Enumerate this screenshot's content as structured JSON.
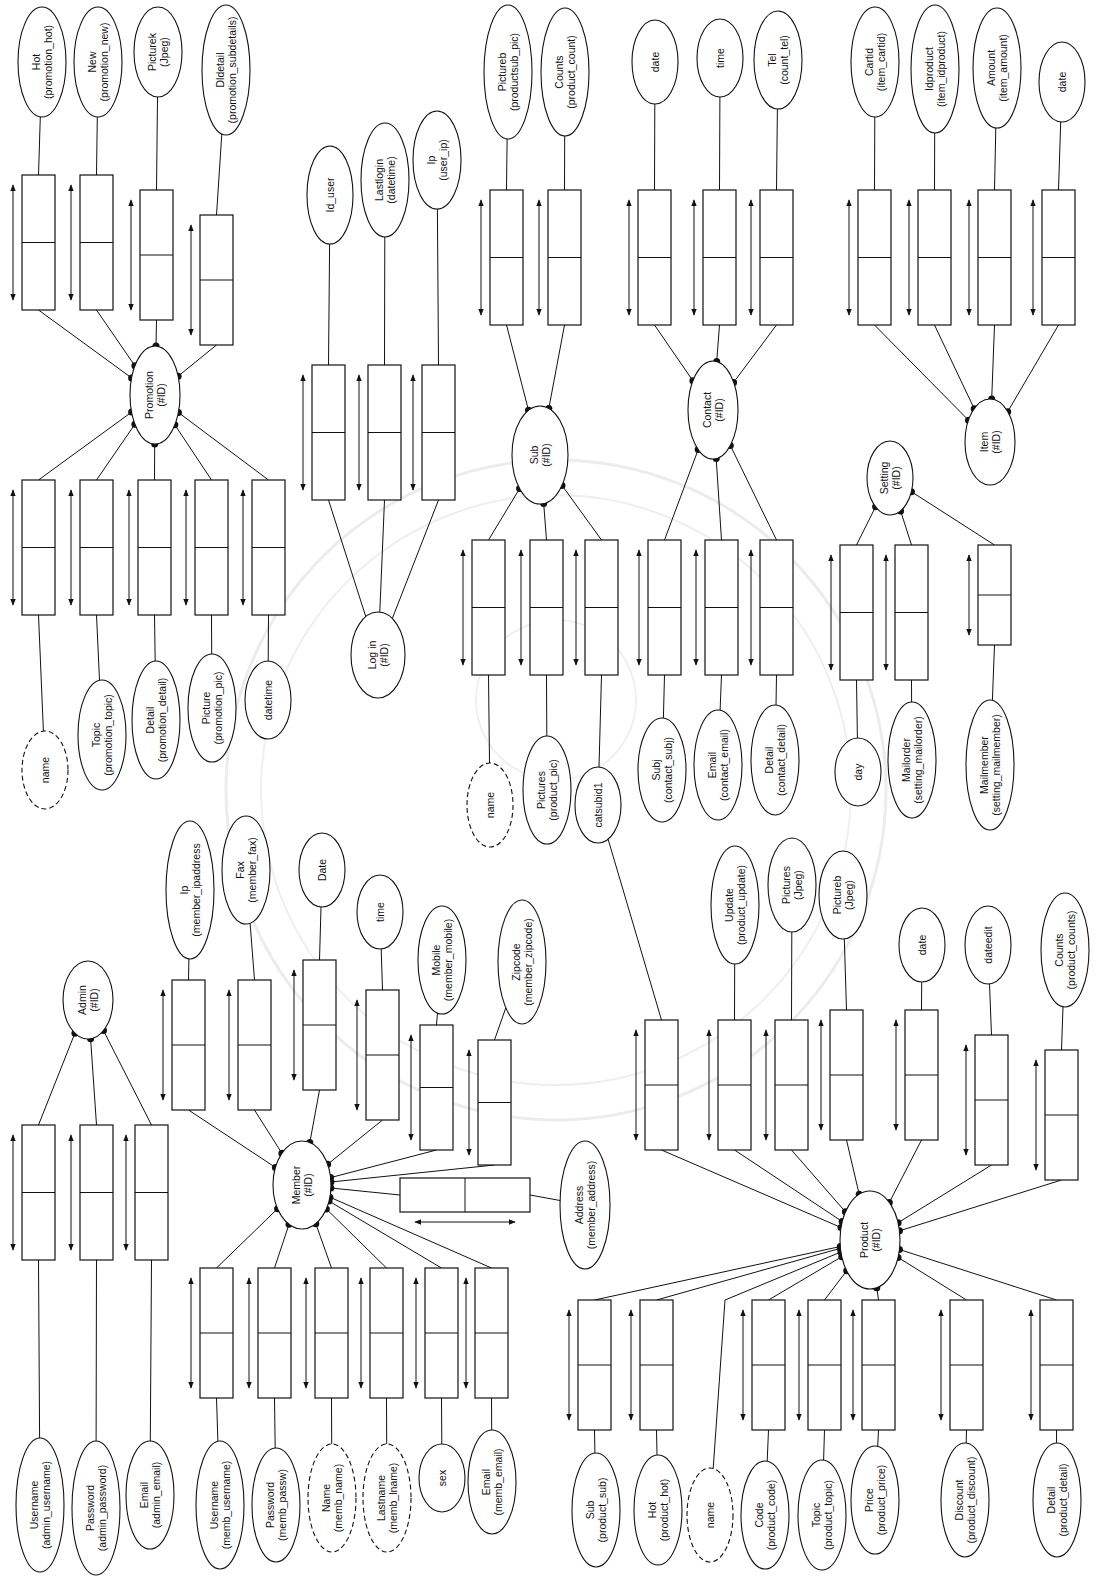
{
  "diagram": {
    "nodes": [
      {
        "text": [
          "Promotion",
          "(#ID)"
        ]
      },
      {
        "text": [
          "Hot",
          "(promotion_hot)"
        ]
      },
      {
        "text": [
          "New",
          "(promotion_new)"
        ]
      },
      {
        "text": [
          "Picturek",
          "(Jpeg)"
        ]
      },
      {
        "text": [
          "Dldetail",
          "(promotion_subdetails)"
        ]
      },
      {
        "text": [
          "name"
        ]
      },
      {
        "text": [
          "Topic",
          "(promotion_topic)"
        ]
      },
      {
        "text": [
          "Detail",
          "(promotion_detail)"
        ]
      },
      {
        "text": [
          "Picture",
          "(promotion_pic)"
        ]
      },
      {
        "text": [
          "datetime"
        ]
      },
      {
        "text": [
          "Log in",
          "(#ID)"
        ]
      },
      {
        "text": [
          "Id_user"
        ]
      },
      {
        "text": [
          "Lastlogin",
          "(datetime)"
        ]
      },
      {
        "text": [
          "Ip",
          "(user_ip)"
        ]
      },
      {
        "text": [
          "Sub",
          "(#ID)"
        ]
      },
      {
        "text": [
          "Pictureb",
          "(productsub_pic)"
        ]
      },
      {
        "text": [
          "Counts",
          "(product_count)"
        ]
      },
      {
        "text": [
          "name"
        ]
      },
      {
        "text": [
          "Pictures",
          "(product_pic)"
        ]
      },
      {
        "text": [
          "catsubid1"
        ]
      },
      {
        "text": [
          "Contact",
          "(#ID)"
        ]
      },
      {
        "text": [
          "date"
        ]
      },
      {
        "text": [
          "time"
        ]
      },
      {
        "text": [
          "Tel",
          "(count_tel)"
        ]
      },
      {
        "text": [
          "Subj",
          "(contact_subj)"
        ]
      },
      {
        "text": [
          "Email",
          "(contact_email)"
        ]
      },
      {
        "text": [
          "Detail",
          "(contact_detail)"
        ]
      },
      {
        "text": [
          "Setting",
          "(#ID)"
        ]
      },
      {
        "text": [
          "day"
        ]
      },
      {
        "text": [
          "Mailorder",
          "(setting_mailorder)"
        ]
      },
      {
        "text": [
          "Mailmember",
          "(setting_mailmember)"
        ]
      },
      {
        "text": [
          "Item",
          "(#ID)"
        ]
      },
      {
        "text": [
          "Cartid",
          "(item_cartid)"
        ]
      },
      {
        "text": [
          "Idproduct",
          "(item_idproduct)"
        ]
      },
      {
        "text": [
          "Amount",
          "(item_amount)"
        ]
      },
      {
        "text": [
          "date"
        ]
      },
      {
        "text": [
          "Admin",
          "(#ID)"
        ]
      },
      {
        "text": [
          "Username",
          "(admin_username)"
        ]
      },
      {
        "text": [
          "Password",
          "(admin_password)"
        ]
      },
      {
        "text": [
          "Email",
          "(admin_email)"
        ]
      },
      {
        "text": [
          "Member",
          "(#ID)"
        ]
      },
      {
        "text": [
          "Ip",
          "(member_ipaddress"
        ]
      },
      {
        "text": [
          "Fax",
          "(member_fax)"
        ]
      },
      {
        "text": [
          "Date"
        ]
      },
      {
        "text": [
          "time"
        ]
      },
      {
        "text": [
          "Mobile",
          "(member_mobile)"
        ]
      },
      {
        "text": [
          "Zipcode",
          "(member_zipcode)"
        ]
      },
      {
        "text": [
          "Address",
          "(member_address)"
        ]
      },
      {
        "text": [
          "Username",
          "(memb_username)"
        ]
      },
      {
        "text": [
          "Password",
          "(memb_passw)"
        ]
      },
      {
        "text": [
          "Name",
          "(memb_name)"
        ]
      },
      {
        "text": [
          "Lastname",
          "(memb_lname)"
        ]
      },
      {
        "text": [
          "sex"
        ]
      },
      {
        "text": [
          "Email",
          "(memb_email)"
        ]
      },
      {
        "text": [
          "Product",
          "(#ID)"
        ]
      },
      {
        "text": [
          "Update",
          "(product_update)"
        ]
      },
      {
        "text": [
          "Pictures",
          "(Jpeg)"
        ]
      },
      {
        "text": [
          "Pictureb",
          "(Jpeg)"
        ]
      },
      {
        "text": [
          "date"
        ]
      },
      {
        "text": [
          "dateedit"
        ]
      },
      {
        "text": [
          "Counts",
          "(product_counts)"
        ]
      },
      {
        "text": [
          "Sub",
          "(product_sub)"
        ]
      },
      {
        "text": [
          "Hot",
          "(product_hot)"
        ]
      },
      {
        "text": [
          "name"
        ]
      },
      {
        "text": [
          "Code",
          "(product_code)"
        ]
      },
      {
        "text": [
          "Topic",
          "(product_topic)"
        ]
      },
      {
        "text": [
          "Price",
          "(product_price)"
        ]
      },
      {
        "text": [
          "Discount",
          "(product_discount)"
        ]
      },
      {
        "text": [
          "Detail",
          "(product_detail)"
        ]
      }
    ],
    "edges": [
      {
        "from": 0,
        "to": 1,
        "arrow": "none"
      },
      {
        "from": 0,
        "to": 2,
        "arrow": "none"
      },
      {
        "from": 0,
        "to": 3,
        "arrow": "none"
      },
      {
        "from": 0,
        "to": 4,
        "arrow": "none"
      },
      {
        "from": 0,
        "to": 5,
        "arrow": "none"
      },
      {
        "from": 0,
        "to": 6,
        "arrow": "none"
      },
      {
        "from": 0,
        "to": 7,
        "arrow": "none"
      },
      {
        "from": 0,
        "to": 8,
        "arrow": "none"
      },
      {
        "from": 0,
        "to": 9,
        "arrow": "none"
      },
      {
        "from": 10,
        "to": 11,
        "arrow": "none"
      },
      {
        "from": 10,
        "to": 12,
        "arrow": "none"
      },
      {
        "from": 10,
        "to": 13,
        "arrow": "none"
      },
      {
        "from": 14,
        "to": 15,
        "arrow": "none"
      },
      {
        "from": 14,
        "to": 16,
        "arrow": "none"
      },
      {
        "from": 14,
        "to": 17,
        "arrow": "none"
      },
      {
        "from": 14,
        "to": 18,
        "arrow": "none"
      },
      {
        "from": 14,
        "to": 19,
        "arrow": "none"
      },
      {
        "from": 20,
        "to": 21,
        "arrow": "none"
      },
      {
        "from": 20,
        "to": 22,
        "arrow": "none"
      },
      {
        "from": 20,
        "to": 23,
        "arrow": "none"
      },
      {
        "from": 20,
        "to": 24,
        "arrow": "none"
      },
      {
        "from": 20,
        "to": 25,
        "arrow": "none"
      },
      {
        "from": 20,
        "to": 26,
        "arrow": "none"
      },
      {
        "from": 27,
        "to": 28,
        "arrow": "none"
      },
      {
        "from": 27,
        "to": 29,
        "arrow": "none"
      },
      {
        "from": 27,
        "to": 30,
        "arrow": "none"
      },
      {
        "from": 31,
        "to": 32,
        "arrow": "none"
      },
      {
        "from": 31,
        "to": 33,
        "arrow": "none"
      },
      {
        "from": 31,
        "to": 34,
        "arrow": "none"
      },
      {
        "from": 31,
        "to": 35,
        "arrow": "none"
      },
      {
        "from": 36,
        "to": 37,
        "arrow": "none"
      },
      {
        "from": 36,
        "to": 38,
        "arrow": "none"
      },
      {
        "from": 36,
        "to": 39,
        "arrow": "none"
      },
      {
        "from": 40,
        "to": 41,
        "arrow": "none"
      },
      {
        "from": 40,
        "to": 42,
        "arrow": "none"
      },
      {
        "from": 40,
        "to": 43,
        "arrow": "none"
      },
      {
        "from": 40,
        "to": 44,
        "arrow": "none"
      },
      {
        "from": 40,
        "to": 45,
        "arrow": "none"
      },
      {
        "from": 40,
        "to": 46,
        "arrow": "none"
      },
      {
        "from": 40,
        "to": 47,
        "arrow": "none"
      },
      {
        "from": 40,
        "to": 48,
        "arrow": "none"
      },
      {
        "from": 40,
        "to": 49,
        "arrow": "none"
      },
      {
        "from": 40,
        "to": 50,
        "arrow": "none"
      },
      {
        "from": 40,
        "to": 51,
        "arrow": "none"
      },
      {
        "from": 40,
        "to": 52,
        "arrow": "none"
      },
      {
        "from": 40,
        "to": 53,
        "arrow": "none"
      },
      {
        "from": 19,
        "to": 54,
        "arrow": "none"
      },
      {
        "from": 54,
        "to": 55,
        "arrow": "none"
      },
      {
        "from": 54,
        "to": 56,
        "arrow": "none"
      },
      {
        "from": 54,
        "to": 57,
        "arrow": "none"
      },
      {
        "from": 54,
        "to": 58,
        "arrow": "none"
      },
      {
        "from": 54,
        "to": 59,
        "arrow": "none"
      },
      {
        "from": 54,
        "to": 60,
        "arrow": "none"
      },
      {
        "from": 54,
        "to": 61,
        "arrow": "none"
      },
      {
        "from": 54,
        "to": 62,
        "arrow": "none"
      },
      {
        "from": 54,
        "to": 63,
        "arrow": "none"
      },
      {
        "from": 54,
        "to": 64,
        "arrow": "none"
      },
      {
        "from": 54,
        "to": 65,
        "arrow": "none"
      },
      {
        "from": 54,
        "to": 66,
        "arrow": "none"
      },
      {
        "from": 54,
        "to": 67,
        "arrow": "none"
      },
      {
        "from": 54,
        "to": 68,
        "arrow": "none"
      }
    ]
  }
}
